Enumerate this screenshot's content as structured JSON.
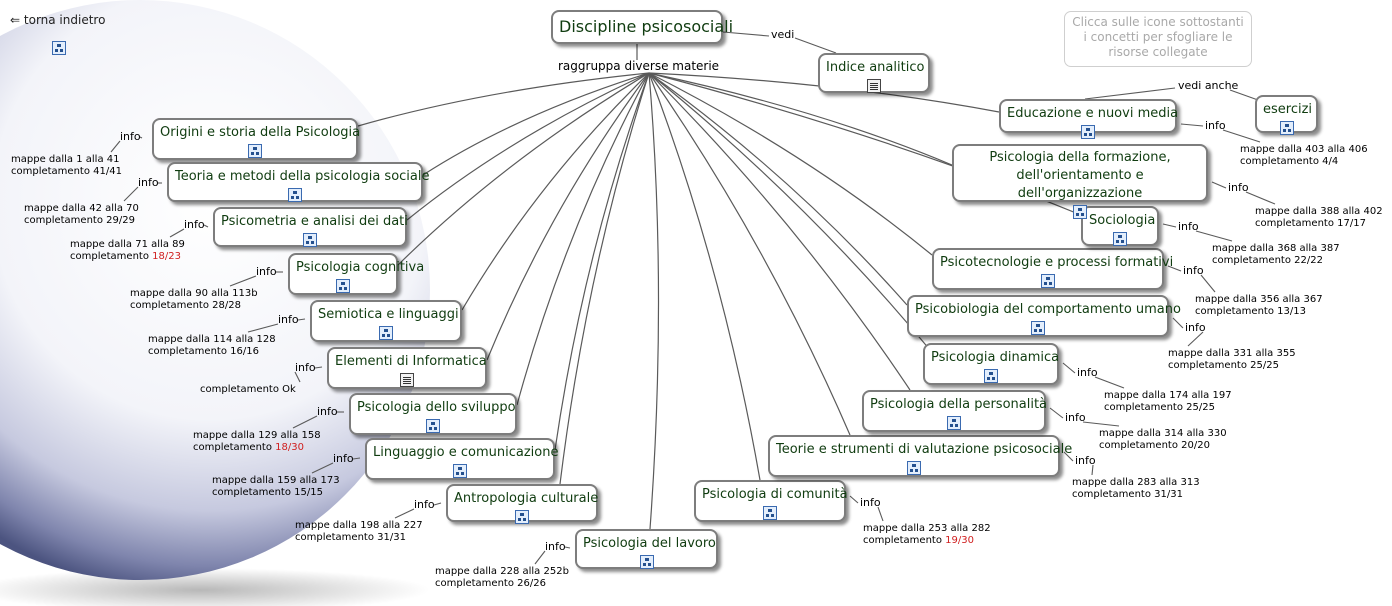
{
  "back": {
    "arrow": "⇐",
    "label": "torna indietro"
  },
  "hint": "Clicca sulle icone sottostanti i concetti per sfogliare le risorse collegate",
  "root": {
    "label": "Discipline psicosociali"
  },
  "hub_label": "raggruppa diverse materie",
  "vedi": "vedi",
  "vedi_anche": "vedi anche",
  "indice": {
    "label": "Indice analitico",
    "icon": "document-icon"
  },
  "esercizi": {
    "label": "esercizi",
    "icon": "concept-map-icon"
  },
  "info_word": "info",
  "completamento_word": "completamento",
  "colors": {
    "incomplete": "#d02020",
    "node_text": "#103c10",
    "node_border": "#7d7d7d"
  },
  "concepts": [
    {
      "id": "origini",
      "label": "Origini e storia della Psicologia",
      "icon": "concept-map-icon",
      "info": "info",
      "maps": "mappe dalla 1 alla 41",
      "done": "41/41",
      "incomplete": false
    },
    {
      "id": "teoria",
      "label": "Teoria e metodi della psicologia sociale",
      "icon": "concept-map-icon",
      "info": "info",
      "maps": "mappe dalla 42 alla 70",
      "done": "29/29",
      "incomplete": false
    },
    {
      "id": "psicometria",
      "label": "Psicometria e analisi dei dati",
      "icon": "concept-map-icon",
      "info": "info",
      "maps": "mappe dalla 71 alla 89",
      "done": "18/23",
      "incomplete": true
    },
    {
      "id": "cognitiva",
      "label": "Psicologia cognitiva",
      "icon": "concept-map-icon",
      "info": "info",
      "maps": "mappe dalla 90 alla 113b",
      "done": "28/28",
      "incomplete": false
    },
    {
      "id": "semiotica",
      "label": "Semiotica e linguaggi",
      "icon": "concept-map-icon",
      "info": "info",
      "maps": "mappe dalla 114 alla 128",
      "done": "16/16",
      "incomplete": false
    },
    {
      "id": "informatica",
      "label": "Elementi di Informatica",
      "icon": "document-icon",
      "info": "info",
      "maps": "",
      "done": "Ok",
      "incomplete": false
    },
    {
      "id": "sviluppo",
      "label": "Psicologia dello sviluppo",
      "icon": "concept-map-icon",
      "info": "info",
      "maps": "mappe dalla 129 alla 158",
      "done": "18/30",
      "incomplete": true
    },
    {
      "id": "linguaggio",
      "label": "Linguaggio e comunicazione",
      "icon": "concept-map-icon",
      "info": "info",
      "maps": "mappe dalla 159 alla 173",
      "done": "15/15",
      "incomplete": false
    },
    {
      "id": "antropologia",
      "label": "Antropologia culturale",
      "icon": "concept-map-icon",
      "info": "info",
      "maps": "mappe dalla 198 alla 227",
      "done": "31/31",
      "incomplete": false
    },
    {
      "id": "lavoro",
      "label": "Psicologia del lavoro",
      "icon": "concept-map-icon",
      "info": "info",
      "maps": "mappe dalla 228 alla 252b",
      "done": "26/26",
      "incomplete": false
    },
    {
      "id": "comunita",
      "label": "Psicologia di comunità",
      "icon": "concept-map-icon",
      "info": "info",
      "maps": "mappe dalla 253 alla 282",
      "done": "19/30",
      "incomplete": true
    },
    {
      "id": "valutazione",
      "label": "Teorie e strumenti di valutazione psicosociale",
      "icon": "concept-map-icon",
      "info": "info",
      "maps": "mappe dalla 283 alla 313",
      "done": "31/31",
      "incomplete": false
    },
    {
      "id": "personalita",
      "label": "Psicologia della personalità",
      "icon": "concept-map-icon",
      "info": "info",
      "maps": "mappe dalla 314 alla 330",
      "done": "20/20",
      "incomplete": false
    },
    {
      "id": "dinamica",
      "label": "Psicologia dinamica",
      "icon": "concept-map-icon",
      "info": "info",
      "maps": "mappe dalla 174 alla 197",
      "done": "25/25",
      "incomplete": false
    },
    {
      "id": "psicobiologia",
      "label": "Psicobiologia del comportamento umano",
      "icon": "concept-map-icon",
      "info": "info",
      "maps": "mappe dalla 331 alla 355",
      "done": "25/25",
      "incomplete": false
    },
    {
      "id": "psicotecnologie",
      "label": "Psicotecnologie e processi formativi",
      "icon": "concept-map-icon",
      "info": "info",
      "maps": "mappe dalla 356 alla 367",
      "done": "13/13",
      "incomplete": false
    },
    {
      "id": "sociologia",
      "label": "Sociologia",
      "icon": "concept-map-icon",
      "info": "info",
      "maps": "mappe dalla 368 alla 387",
      "done": "22/22",
      "incomplete": false
    },
    {
      "id": "formazione",
      "label": "Psicologia della formazione, dell'orientamento e dell'organizzazione",
      "icon": "concept-map-icon",
      "info": "info",
      "maps": "mappe dalla 388 alla 402",
      "done": "17/17",
      "incomplete": false
    },
    {
      "id": "educazione",
      "label": "Educazione e nuovi media",
      "icon": "concept-map-icon",
      "info": "info",
      "maps": "mappe dalla 403 alla 406",
      "done": "4/4",
      "incomplete": false
    }
  ]
}
